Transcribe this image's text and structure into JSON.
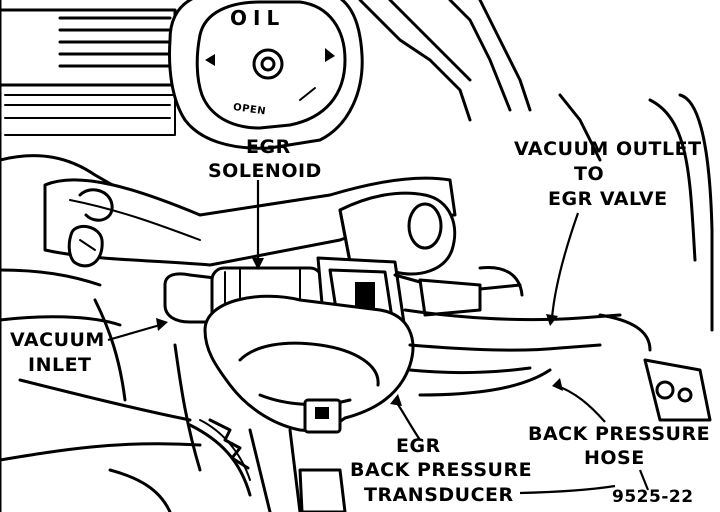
{
  "diagram": {
    "cap_text_top": "OIL",
    "cap_text_open": "OPEN",
    "labels": {
      "egr_solenoid_line1": "EGR",
      "egr_solenoid_line2": "SOLENOID",
      "vacuum_outlet_line1": "VACUUM OUTLET",
      "vacuum_outlet_line2": "TO",
      "vacuum_outlet_line3": "EGR VALVE",
      "vacuum_inlet_line1": "VACUUM",
      "vacuum_inlet_line2": "INLET",
      "back_pressure_hose_line1": "BACK PRESSURE",
      "back_pressure_hose_line2": "HOSE",
      "transducer_line1": "EGR",
      "transducer_line2": "BACK PRESSURE",
      "transducer_line3": "TRANSDUCER"
    },
    "figure_number": "9525-22"
  }
}
